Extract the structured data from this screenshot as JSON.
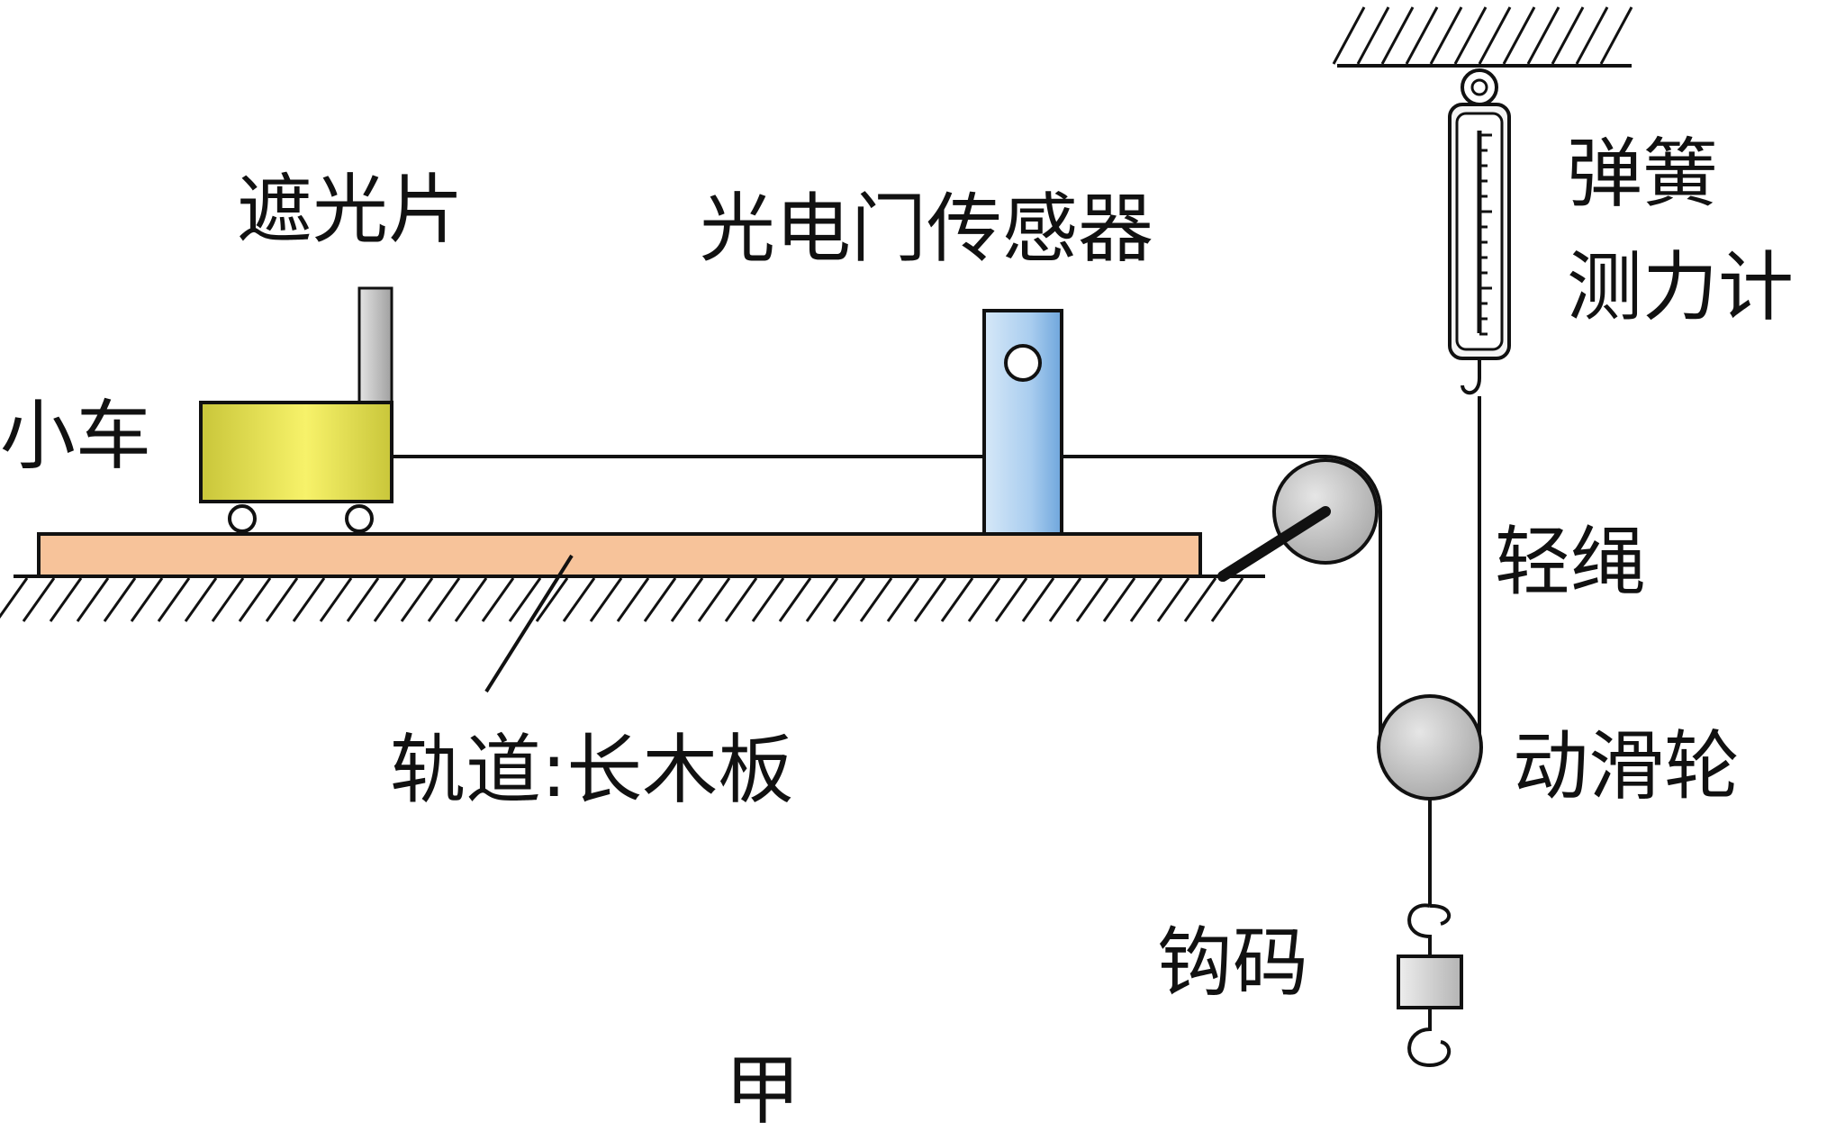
{
  "labels": {
    "shade": "遮光片",
    "photogate": "光电门传感器",
    "spring_scale_line1": "弹簧",
    "spring_scale_line2": "测力计",
    "cart": "小车",
    "rope": "轻绳",
    "track": "轨道:长木板",
    "movable_pulley": "动滑轮",
    "weight": "钩码",
    "figure": "甲"
  },
  "colors": {
    "cart": "#e8e24a",
    "board": "#f7c39a",
    "photogate": "#a9cdef",
    "pulley": "#c8c8c8",
    "shade": "#c8c8c8",
    "weight": "#d4d4d4",
    "line": "#111111"
  }
}
